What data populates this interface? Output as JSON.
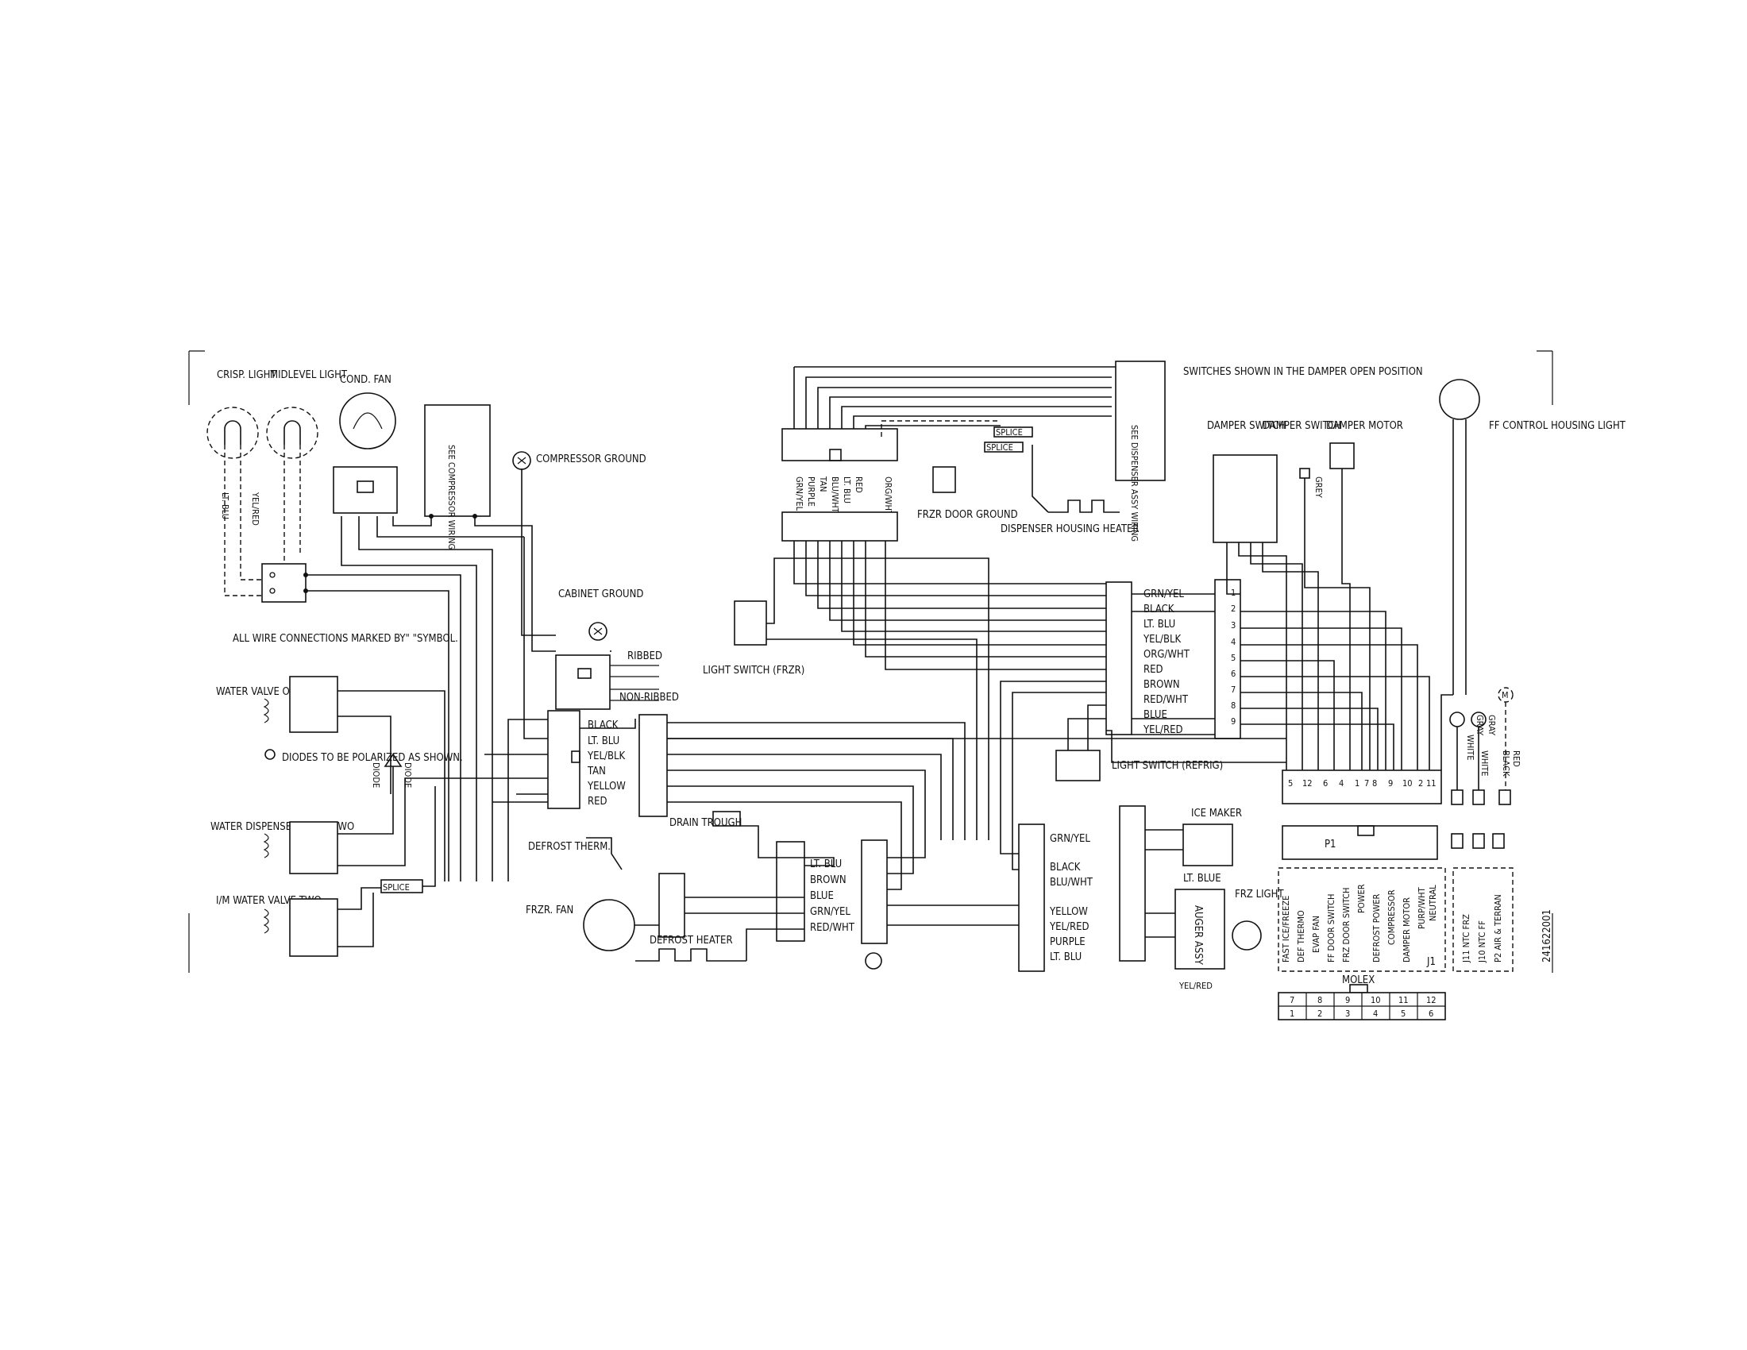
{
  "left": {
    "crisp_light": "CRISP. LIGHT",
    "midlevel_light": "MIDLEVEL LIGHT",
    "cond_fan": "COND. FAN",
    "see_compressor": "SEE COMPRESSOR WIRING",
    "compressor_ground": "COMPRESSOR GROUND",
    "lt_blu": "LT. BLU",
    "yel_red": "YEL/RED",
    "cabinet_ground": "CABINET GROUND",
    "all_wire": "ALL WIRE CONNECTIONS MARKED BY\" \"SYMBOL.",
    "water_valve_one": "WATER VALVE ONE",
    "diodes_note": "DIODES TO BE POLARIZED AS SHOWN.",
    "diode": "DIODE",
    "water_dispenser_two": "WATER DISPENSER VALVE TWO",
    "im_water_two": "I/M WATER VALVE TWO",
    "splice": "SPLICE",
    "ribbed": "RIBBED",
    "non_ribbed": "NON-RIBBED",
    "conn_colors": [
      "BLACK",
      "LT. BLU",
      "YEL/BLK",
      "TAN",
      "YELLOW",
      "RED"
    ]
  },
  "center": {
    "top_wires": [
      "GRN/YEL",
      "PURPLE",
      "TAN",
      "BLU/WHT",
      "LT. BLU",
      "RED",
      "ORG/WHT"
    ],
    "frzr_door_ground": "FRZR DOOR GROUND",
    "dispenser_assy": "SEE DISPENSER ASSY WIRING",
    "dispenser_heater": "DISPENSER HOUSING HEATER",
    "splice": "SPLICE",
    "light_switch_frzr": "LIGHT SWITCH (FRZR)",
    "right_conn_colors": [
      "GRN/YEL",
      "BLACK",
      "LT. BLU",
      "YEL/BLK",
      "ORG/WHT",
      "RED",
      "BROWN",
      "RED/WHT",
      "BLUE",
      "YEL/RED"
    ],
    "light_switch_refrig": "LIGHT SWITCH (REFRIG)",
    "drain_trough": "DRAIN TROUGH",
    "defrost_therm": "DEFROST THERM.",
    "frzr_fan": "FRZR. FAN",
    "defrost_heater": "DEFROST HEATER",
    "defrost_conn_colors": [
      "LT. BLU",
      "BROWN",
      "BLUE",
      "GRN/YEL",
      "RED/WHT"
    ],
    "lower_conn_colors": [
      "GRN/YEL",
      "BLACK",
      "BLU/WHT",
      "YELLOW",
      "YEL/RED",
      "PURPLE",
      "LT. BLU"
    ],
    "ice_maker": "ICE MAKER",
    "lt_blue": "LT. BLUE",
    "auger_assy": "AUGER ASSY",
    "frz_light": "FRZ LIGHT",
    "yel_red": "YEL/RED"
  },
  "right": {
    "switch_note": "SWITCHES SHOWN IN THE DAMPER OPEN POSITION",
    "damper_switch": "DAMPER SWITCH",
    "damper_motor": "DAMPER MOTOR",
    "grey": "GREY",
    "ff_control": "FF CONTROL HOUSING LIGHT",
    "pins": [
      "1",
      "2",
      "3",
      "4",
      "5",
      "6",
      "7",
      "8",
      "9"
    ],
    "j_pins": [
      "5",
      "12",
      "6",
      "4",
      "1",
      "7",
      "8",
      "9",
      "10",
      "2",
      "11"
    ],
    "white": "WHITE",
    "gray": "GRAY",
    "black": "BLACK",
    "red": "RED",
    "m": "M",
    "p1": "P1",
    "j1_labels": [
      "FAST ICE/FREEZE",
      "DEF THERMO",
      "EVAP FAN",
      "FF DOOR SWITCH",
      "FRZ DOOR SWITCH",
      "POWER",
      "DEFROST POWER",
      "COMPRESSOR",
      "DAMPER MOTOR",
      "PURP/WHT",
      "NEUTRAL"
    ],
    "j1": "J1",
    "j11": [
      "J11 NTC FRZ",
      "J10 NTC FF",
      "P2 AIR & TERRAN"
    ],
    "doc_no": "241622001",
    "molex": "MOLEX",
    "molex_top": [
      "7",
      "8",
      "9",
      "10",
      "11",
      "12"
    ],
    "molex_bottom": [
      "1",
      "2",
      "3",
      "4",
      "5",
      "6"
    ]
  }
}
